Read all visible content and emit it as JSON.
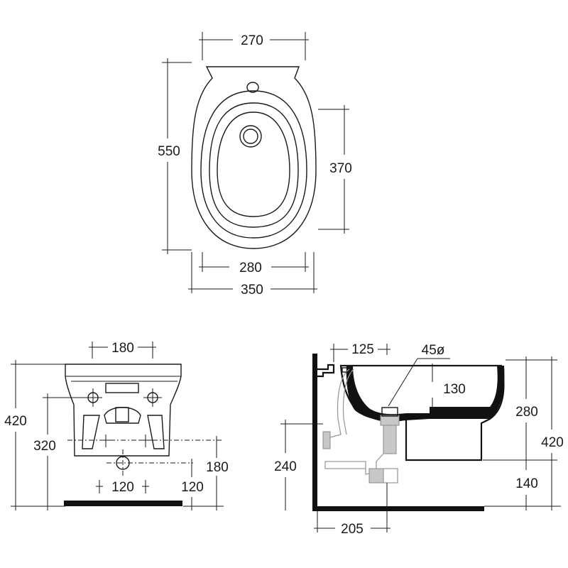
{
  "top_view": {
    "width_top": "270",
    "overall_length": "550",
    "bowl_length": "370",
    "bowl_width": "280",
    "overall_width": "350"
  },
  "front_view": {
    "fixing_spacing": "180",
    "overall_height": "420",
    "fixing_height": "320",
    "waste_height": "180",
    "waste_spacing": "120",
    "waste_offset": "120"
  },
  "side_view": {
    "tap_offset": "125",
    "trap_angle": "45ø",
    "waste_depth": "130",
    "rim_height": "280",
    "overall_height": "420",
    "supply_height": "240",
    "base_height": "140",
    "waste_projection": "205"
  }
}
